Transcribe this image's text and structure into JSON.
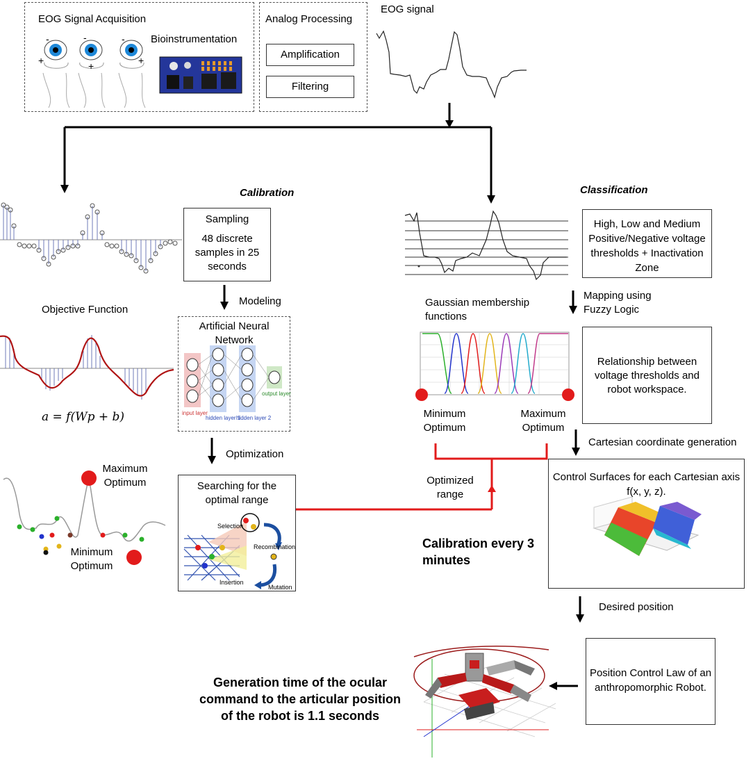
{
  "acquisition": {
    "title": "EOG Signal Acquisition",
    "bioinstrumentation": "Bioinstrumentation",
    "electrode_signs": [
      "-",
      "+",
      "-",
      "+",
      "-",
      "+"
    ]
  },
  "analog": {
    "title": "Analog Processing",
    "amplification": "Amplification",
    "filtering": "Filtering"
  },
  "eog_signal_label": "EOG signal",
  "calibration": {
    "title": "Calibration",
    "sampling": "Sampling",
    "sampling_detail": "48 discrete samples in 25 seconds",
    "modeling": "Modeling",
    "objective_function": "Objective Function",
    "ann_title": "Artificial Neural Network",
    "ann_layers": [
      "input layer",
      "hidden layer 1",
      "hidden layer 2",
      "output layer"
    ],
    "formula": "a = f(Wp + b)",
    "optimization": "Optimization",
    "search_title": "Searching for the optimal range",
    "ga_labels": [
      "Selection",
      "Recombination",
      "Insertion",
      "Mutation"
    ],
    "max_optimum": "Maximum Optimum",
    "min_optimum": "Minimum Optimum",
    "calibration_every": "Calibration every 3 minutes"
  },
  "classification": {
    "title": "Classification",
    "thresholds": "High, Low and Medium Positive/Negative voltage thresholds + Inactivation Zone",
    "mapping": "Mapping using Fuzzy Logic",
    "gaussian": "Gaussian membership functions",
    "relationship": "Relationship between voltage thresholds and robot workspace.",
    "min_optimum": "Minimum Optimum",
    "max_optimum": "Maximum Optimum",
    "optimized_range": "Optimized range",
    "cartesian": "Cartesian coordinate generation",
    "control_surfaces": "Control Surfaces for each Cartesian axis f(x, y, z).",
    "desired_position": "Desired position",
    "position_control": "Position Control Law of an anthropomorphic Robot.",
    "generation_time": "Generation time of the ocular command to the articular position of the robot is 1.1 seconds"
  },
  "colors": {
    "red": "#e21b1b",
    "dark_red": "#9b1b1b",
    "stem_blue": "#6f7bb8",
    "eye_blue": "#1e88d8",
    "board_blue": "#24369a",
    "gaussians": [
      "#2bb02b",
      "#2233cc",
      "#e23a3a",
      "#e2b41a",
      "#9b3bb8",
      "#22aacc",
      "#c23a8a"
    ]
  }
}
